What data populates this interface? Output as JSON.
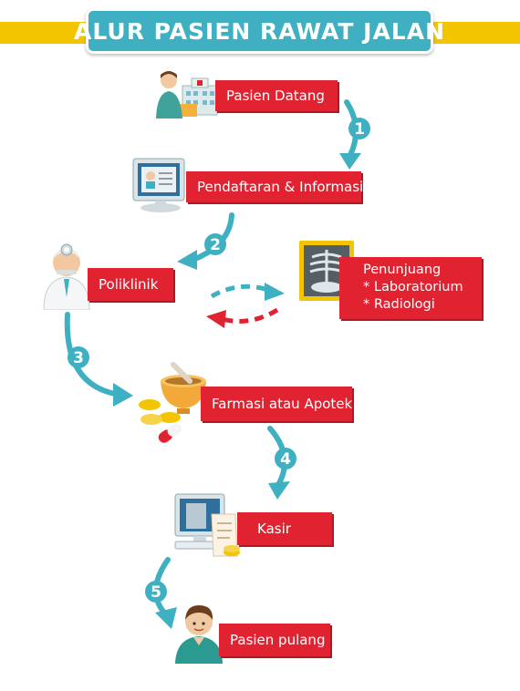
{
  "title": "ALUR PASIEN RAWAT JALAN",
  "colors": {
    "accent_teal": "#3fb0c2",
    "label_red": "#e12231",
    "stripe_yellow": "#f2c500",
    "arrow_red": "#e12231"
  },
  "steps": [
    {
      "label": "Pasien Datang",
      "icon": "patient-hospital-icon"
    },
    {
      "label": "Pendaftaran & Informasi",
      "icon": "registration-monitor-icon"
    },
    {
      "label": "Poliklinik",
      "icon": "doctor-icon"
    },
    {
      "label": "Farmasi atau Apotek",
      "icon": "pharmacy-icon"
    },
    {
      "label": "Kasir",
      "icon": "cashier-icon"
    },
    {
      "label": "Pasien pulang",
      "icon": "patient-icon"
    }
  ],
  "penunjang": {
    "lines": [
      "Penunjuang",
      "* Laboratorium",
      "* Radiologi"
    ],
    "icon": "xray-icon"
  },
  "arrow_numbers": [
    "1",
    "2",
    "3",
    "4",
    "5"
  ]
}
